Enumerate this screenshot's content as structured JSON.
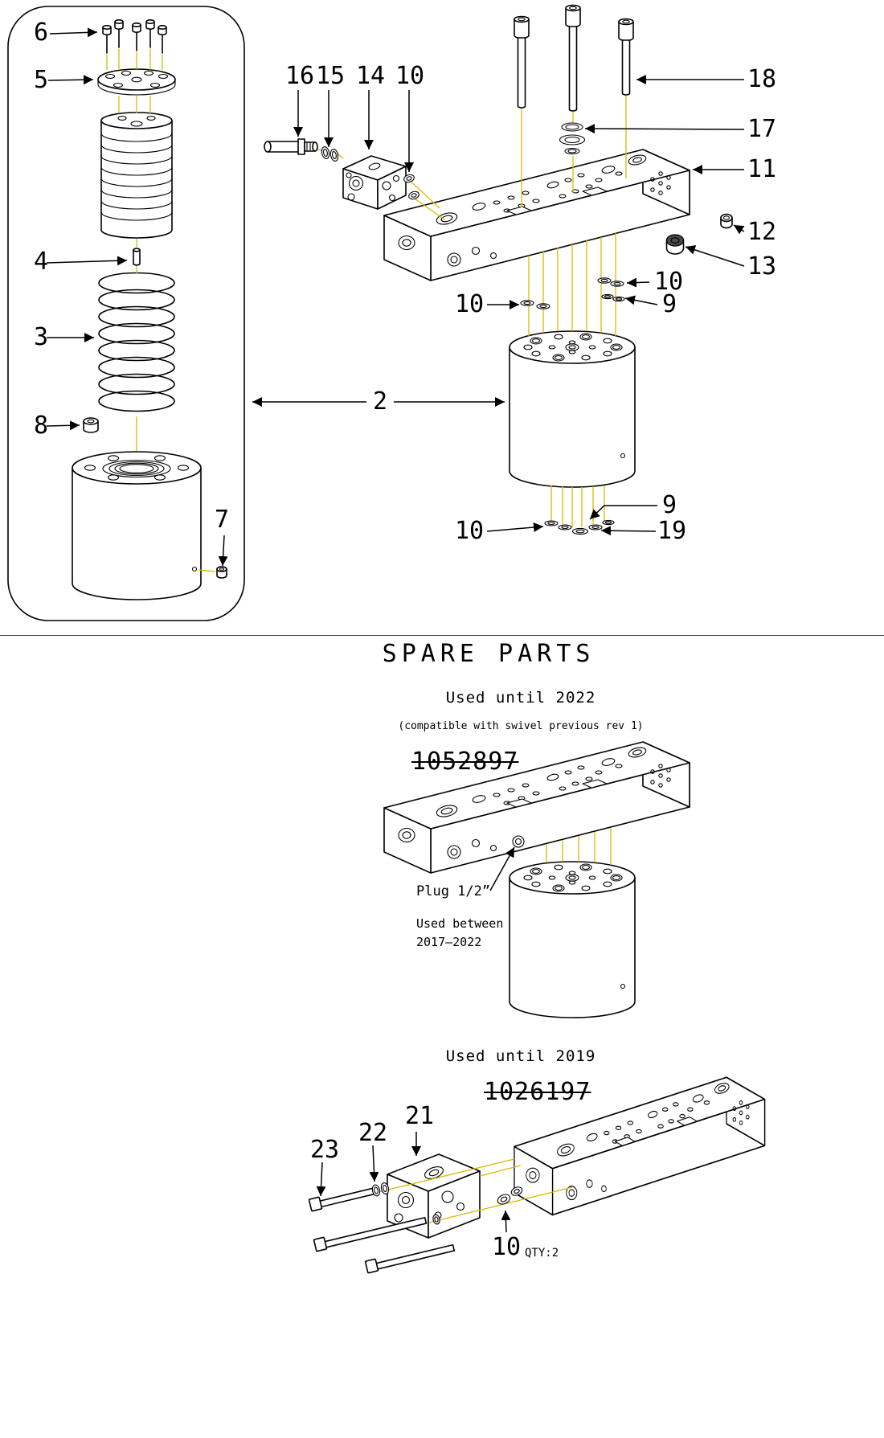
{
  "callouts": {
    "n2": "2",
    "n3": "3",
    "n4": "4",
    "n5": "5",
    "n6": "6",
    "n7": "7",
    "n8": "8",
    "n9": "9",
    "n10": "10",
    "n11": "11",
    "n12": "12",
    "n13": "13",
    "n14": "14",
    "n15": "15",
    "n16": "16",
    "n17": "17",
    "n18": "18",
    "n19": "19",
    "n21": "21",
    "n22": "22",
    "n23": "23"
  },
  "spare_parts": {
    "title": "SPARE PARTS",
    "until_2022": {
      "heading": "Used until 2022",
      "note": "(compatible with swivel previous rev 1)",
      "part_number": "1052897",
      "plug_label": "Plug 1/2”",
      "used_between_line1": "Used between",
      "used_between_line2": "2017–2022"
    },
    "until_2019": {
      "heading": "Used until 2019",
      "part_number": "1026197",
      "qty": "QTY:2"
    }
  },
  "colors": {
    "leader_line": "#d9bb00",
    "ink": "#000000"
  }
}
